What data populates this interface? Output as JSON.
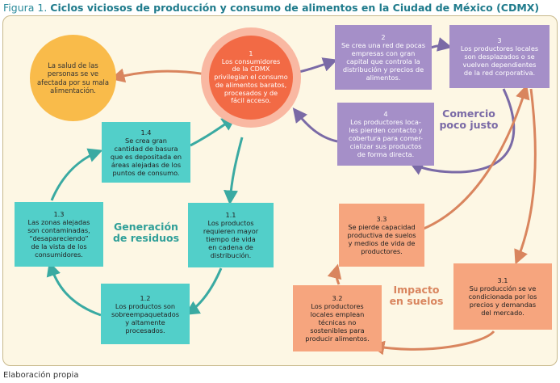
{
  "title": {
    "prefix": "Figura 1. ",
    "main": "Ciclos viciosos de producción y consumo de alimentos en la Ciudad de México (CDMX)"
  },
  "source": "Elaboración propia",
  "colors": {
    "teal": "#52cfc9",
    "purple": "#a58fc8",
    "orange": "#f6a57e",
    "center": "#f26a45",
    "health": "#f9bb4a",
    "teal_arrow": "#3aaaa2",
    "purple_arrow": "#7a6aa6",
    "orange_arrow": "#d9855e"
  },
  "center": {
    "num": "1",
    "lines": [
      "Los consumidores",
      "de la CDMX",
      "privilegian el consumo",
      "de alimentos baratos,",
      "procesados y de",
      "fácil acceso."
    ]
  },
  "health": {
    "lines": [
      "La salud de las",
      "personas se ve",
      "afectada por su mala",
      "alimentación."
    ]
  },
  "cycle_labels": {
    "residuos": [
      "Generación",
      "de residuos"
    ],
    "comercio": [
      "Comercio",
      "poco justo"
    ],
    "suelos": [
      "Impacto",
      "en suelos"
    ]
  },
  "boxes": {
    "b11": {
      "num": "1.1",
      "lines": [
        "Los productos",
        "requieren mayor",
        "tiempo de vida",
        "en cadena de",
        "distribución."
      ]
    },
    "b12": {
      "num": "1.2",
      "lines": [
        "Los productos son",
        "sobreempaquetados",
        "y altamente",
        "procesados."
      ]
    },
    "b13": {
      "num": "1.3",
      "lines": [
        "Las zonas alejadas",
        "son contaminadas,",
        "“desapareciendo”",
        "de la vista de los",
        "consumidores."
      ]
    },
    "b14": {
      "num": "1.4",
      "lines": [
        "Se crea gran",
        "cantidad de basura",
        "que es depositada en",
        "áreas alejadas de los",
        "puntos de consumo."
      ]
    },
    "b2": {
      "num": "2",
      "lines": [
        "Se crea una red de pocas",
        "empresas con gran",
        "capital que controla la",
        "distribución y precios de",
        "alimentos."
      ]
    },
    "b3": {
      "num": "3",
      "lines": [
        "Los productores locales",
        "son desplazados o se",
        "vuelven dependientes",
        "de la red corporativa."
      ]
    },
    "b4": {
      "num": "4",
      "lines": [
        "Los productores loca-",
        "les pierden contacto y",
        "cobertura para comer-",
        "cializar sus productos",
        "de forma directa."
      ]
    },
    "b31": {
      "num": "3.1",
      "lines": [
        "Su producción se ve",
        "condicionada por los",
        "precios y demandas",
        "del mercado."
      ]
    },
    "b32": {
      "num": "3.2",
      "lines": [
        "Los productores",
        "locales emplean",
        "técnicas no",
        "sostenibles para",
        "producir alimentos."
      ]
    },
    "b33": {
      "num": "3.3",
      "lines": [
        "Se pierde capacidad",
        "productiva de suelos",
        "y medios de vida de",
        "productores."
      ]
    }
  }
}
